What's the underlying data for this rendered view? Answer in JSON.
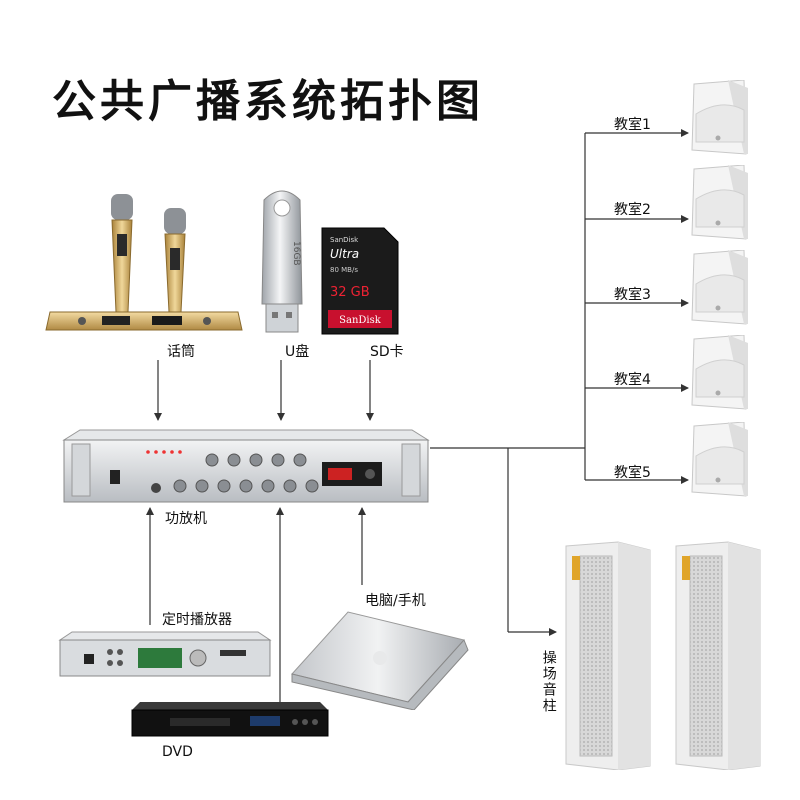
{
  "title": "公共广播系统拓扑图",
  "inputs": {
    "mic": "话筒",
    "usb": "U盘",
    "sd": "SD卡"
  },
  "amplifier": "功放机",
  "sources": {
    "timer": "定时播放器",
    "pc": "电脑/手机",
    "dvd": "DVD"
  },
  "classrooms": [
    "教室1",
    "教室2",
    "教室3",
    "教室4",
    "教室5"
  ],
  "playground": "操场音柱",
  "sd_card": {
    "brand": "SanDisk",
    "line": "Ultra",
    "speed": "80 MB/s",
    "capacity": "32 GB"
  },
  "usb_capacity": "16GB",
  "colors": {
    "line": "#333333",
    "sd_red": "#c8102e",
    "gold": "#c9a14a",
    "silver": "#c9cdd2"
  }
}
